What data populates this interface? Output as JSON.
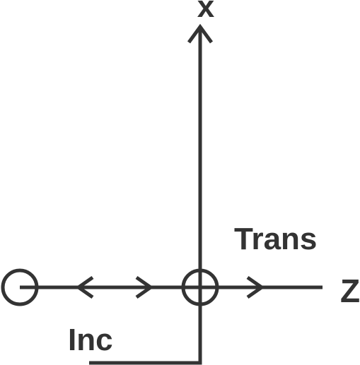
{
  "labels": {
    "x_axis": "x",
    "z_axis": "Z",
    "transmitted": "Trans",
    "incident": "Inc"
  },
  "colors": {
    "ink": "#333333",
    "background": "#ffffff"
  }
}
